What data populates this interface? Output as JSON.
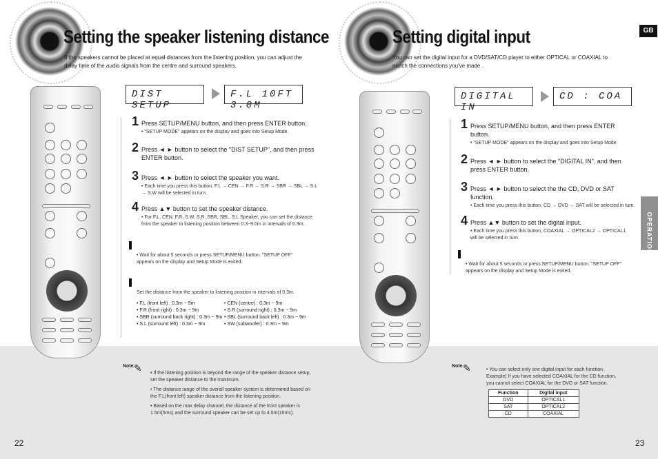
{
  "left": {
    "title": "Setting the speaker listening distance",
    "intro": "If the speakers cannot be placed at equal distances from the listening position, you can adjust the delay time of the audio signals from the centre and surround speakers.",
    "lcd1": "DIST SETUP",
    "lcd2": "F.L 10FT 3.0M",
    "steps": [
      {
        "num": "1",
        "text": "Press SETUP/MENU button, and then press ENTER button.",
        "sub": "• \"SETUP MODE\" appears on the display and goes into Setup Mode."
      },
      {
        "num": "2",
        "text": "Press ◄ ► button to select the \"DIST SETUP\", and then press ENTER button.",
        "sub": ""
      },
      {
        "num": "3",
        "text": "Press ◄ ► button to select the speaker you want.",
        "sub": "• Each time you press this button, F.L → CEN → F.R → S.R → SBR → SBL → S.L → S.W will be selected in turn."
      },
      {
        "num": "4",
        "text": "Press ▲▼ button to set the speaker distance.",
        "sub": "• For F.L, CEN, F.R, S.W, S.R, SBR, SBL, S.L Speaker, you can set the distance from the speaker to listening position between 0.3~9.0m in intervals of 0.3m."
      }
    ],
    "exit_note": "• Wait for about 5 seconds or press SETUP/MENU button. \"SETUP OFF\" appears on the display and Setup Mode is exited.",
    "range_note": "Set the distance from the speaker to listening position in intervals of 0.3m.",
    "ranges_col1": [
      "• F.L (front left) : 0.3m ~ 9m",
      "• F.R (front right) : 0.3m ~ 9m",
      "• SBR (surround back right) : 0.3m ~ 9m",
      "• S.L (surround left) : 0.3m ~ 9m"
    ],
    "ranges_col2": [
      "• CEN (centre) : 0.3m ~ 9m",
      "• S.R (surround right) : 0.3m ~ 9m",
      "• SBL (surround back left) : 0.3m ~ 9m",
      "• SW (subwoofer) : 0.3m ~ 9m"
    ],
    "note_label": "Note",
    "notes": [
      "• If the listening position is beyond the range of the speaker distance setup, set the speaker distance to the maximum.",
      "• The distance range of the overall speaker system is determined based on the F.L(front left) speaker distance from the listening position.",
      "• Based on the max delay channel, the distance of the front speaker is 1.5m(5ms) and the surround speaker can be set up to 4.5m(15ms)."
    ],
    "page": "22"
  },
  "right": {
    "title": "Setting digital input",
    "intro": "You can set the digital input for a DVD/SAT/CD player to either OPTICAL or COAXIAL to match the connections you've made .",
    "lcd1": "DIGITAL IN",
    "lcd2": "CD : COA",
    "steps": [
      {
        "num": "1",
        "text": "Press SETUP/MENU button, and then press ENTER button.",
        "sub": "• \"SETUP MODE\" appears on the display and goes into Setup Mode."
      },
      {
        "num": "2",
        "text": "Press ◄ ► button to select the \"DIGITAL IN\", and then press ENTER button.",
        "sub": ""
      },
      {
        "num": "3",
        "text": "Press ◄ ► button to select the the CD, DVD or SAT function.",
        "sub": "• Each time you press this button, CD → DVD → SAT will be selected in turn."
      },
      {
        "num": "4",
        "text": "Press ▲▼ button to set the digital input.",
        "sub": "• Each time you press this button, COAXIAL → OPTICAL2 → OPTICAL1 will be selected in turn."
      }
    ],
    "exit_note": "• Wait for about 5 seconds or press SETUP/MENU button. \"SETUP OFF\" appears on the display and Setup Mode is exited.",
    "note_label": "Note",
    "note": "• You can select only one digital input for each function. Example) If you have selected COAXIAL for the CD function, you cannot select COAXIAL for the DVD or SAT function.",
    "table_header": [
      "Function",
      "Digital input"
    ],
    "table_rows": [
      [
        "DVD",
        "OPTICAL1"
      ],
      [
        "SAT",
        "OPTICAL2"
      ],
      [
        "CD",
        "COAXIAL"
      ]
    ],
    "gb": "GB",
    "tab": "OPERATION",
    "page": "23"
  }
}
